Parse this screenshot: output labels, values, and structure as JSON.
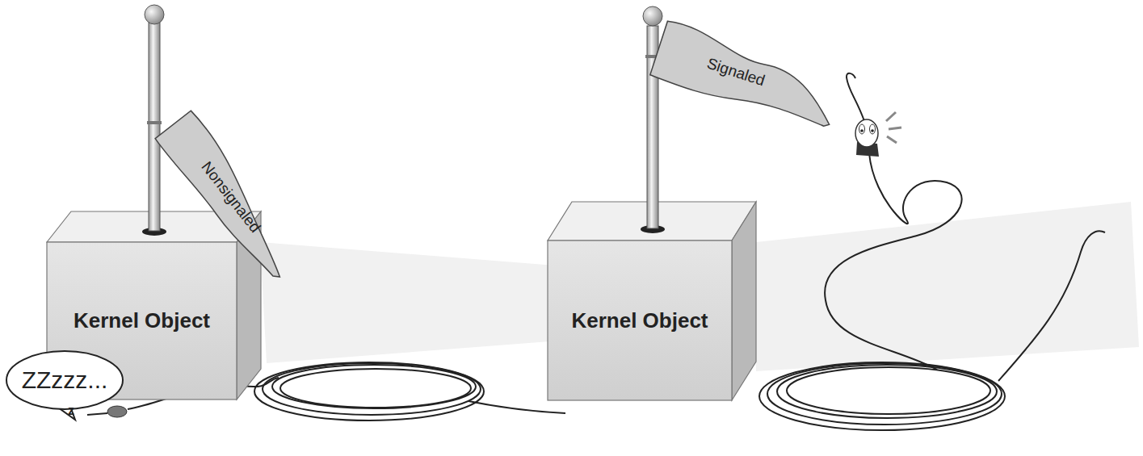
{
  "diagram": {
    "nodes": [
      {
        "text": [
          "Kernel Object"
        ]
      },
      {
        "text": [
          "Nonsignaled"
        ]
      },
      {
        "text": [
          "ZZzzz..."
        ]
      },
      {
        "text": [
          "Kernel Object"
        ]
      },
      {
        "text": [
          "Signaled"
        ]
      }
    ],
    "labels": [
      "z"
    ]
  }
}
